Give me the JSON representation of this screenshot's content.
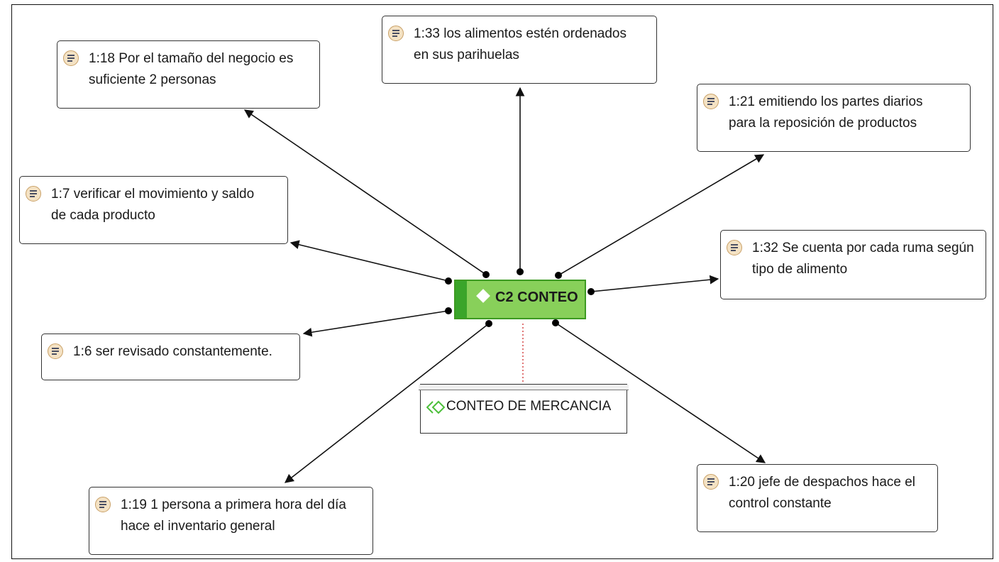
{
  "colors": {
    "code_fill": "#88d05a",
    "code_border": "#3d9a22",
    "group_icon": "#4cbf3a",
    "link_dotted": "#d23a3a"
  },
  "code": {
    "label": "C2 CONTEO",
    "icon": "diamond-icon"
  },
  "group": {
    "label": "CONTEO DE MERCANCIA",
    "icon": "double-diamond-icon"
  },
  "quotes": [
    {
      "id": "q118",
      "text": "1:18 Por el tamaño del negocio es\nsuficiente 2 personas",
      "icon": "quotation-icon"
    },
    {
      "id": "q133",
      "text": "1:33 los alimentos estén ordenados\nen sus parihuelas",
      "icon": "quotation-icon"
    },
    {
      "id": "q121",
      "text": "1:21 emitiendo los partes diarios\npara la reposición de productos",
      "icon": "quotation-icon"
    },
    {
      "id": "q17",
      "text": "1:7 verificar el movimiento y saldo\nde cada producto",
      "icon": "quotation-icon"
    },
    {
      "id": "q132",
      "text": "1:32 Se cuenta por cada ruma según\ntipo de alimento",
      "icon": "quotation-icon"
    },
    {
      "id": "q16",
      "text": "1:6 ser revisado constantemente.",
      "icon": "quotation-icon"
    },
    {
      "id": "q119",
      "text": "1:19 1 persona a primera hora del día\nhace el inventario general",
      "icon": "quotation-icon"
    },
    {
      "id": "q120",
      "text": "1:20 jefe de despachos hace el\ncontrol constante",
      "icon": "quotation-icon"
    }
  ]
}
